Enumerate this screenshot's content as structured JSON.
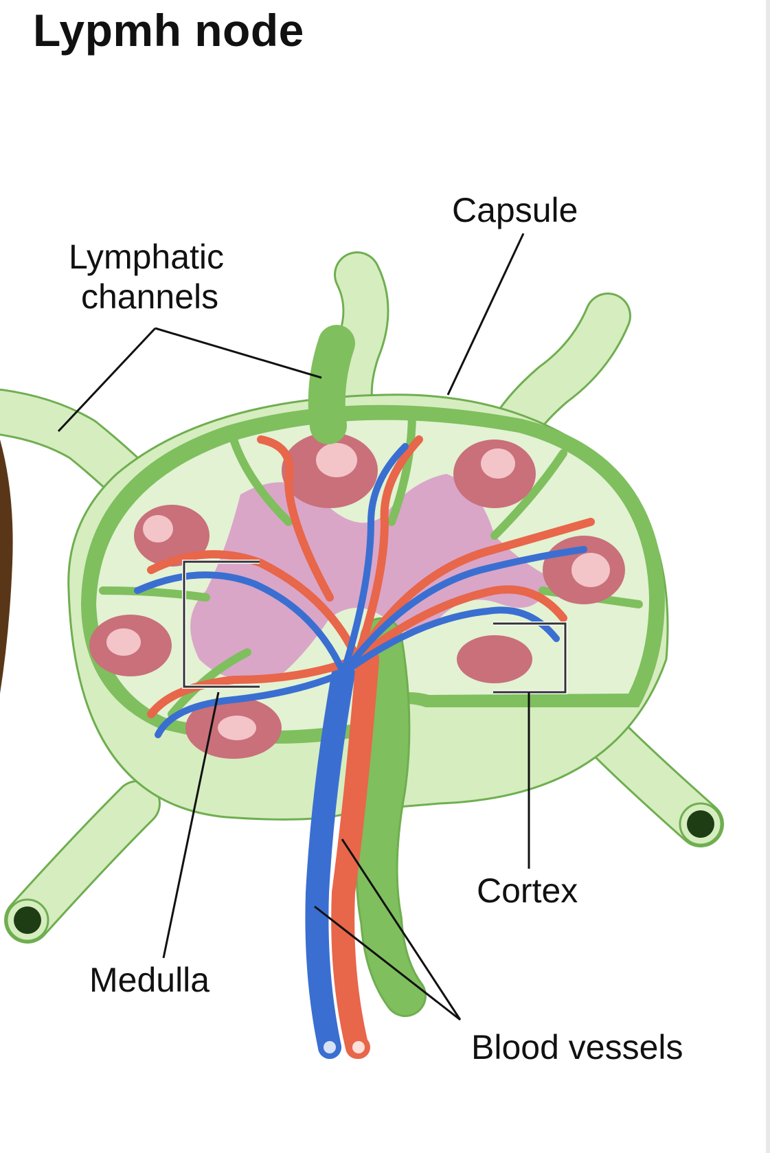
{
  "title": "Lypmh node",
  "labels": {
    "lymphatic_line1": "Lymphatic",
    "lymphatic_line2": "channels",
    "capsule": "Capsule",
    "medulla": "Medulla",
    "cortex": "Cortex",
    "blood_vessels": "Blood vessels"
  },
  "colors": {
    "capsule_outer": "#d6edc0",
    "capsule_stroke": "#6fae50",
    "inner_green": "#7fbf5e",
    "node_fill": "#e2f2d3",
    "follicle": "#c9707a",
    "germinal_center": "#f3c4c8",
    "medulla": "#d9a6c8",
    "artery": "#e8664a",
    "vein": "#3a6fd1",
    "lymph_vessel": "#7fbf5e",
    "lymph_opening": "#1f3d14",
    "adjacent_tissue": "#5a3618"
  }
}
